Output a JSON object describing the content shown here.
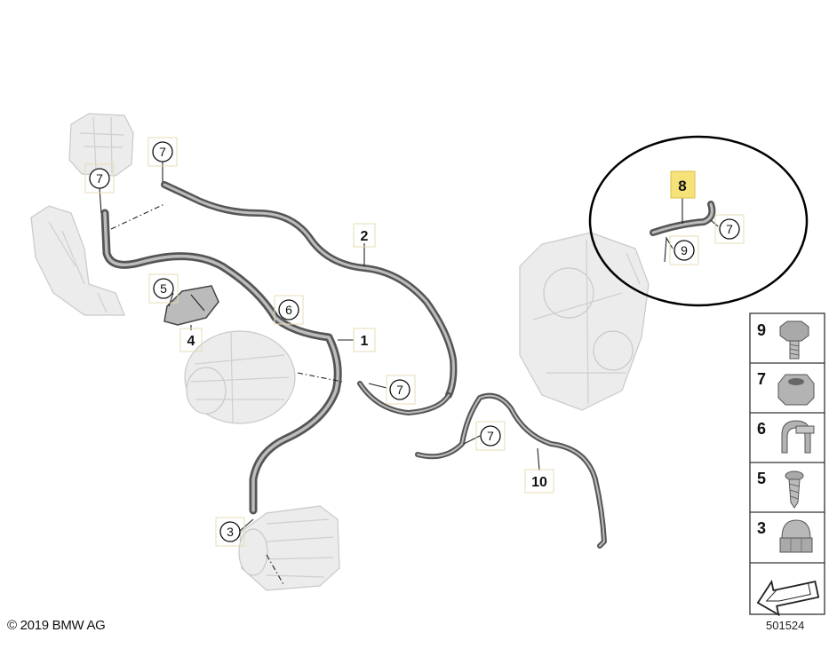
{
  "copyright": "© 2019 BMW AG",
  "diagram_number": "501524",
  "callouts": [
    {
      "id": "c7a",
      "label": "7"
    },
    {
      "id": "c7b",
      "label": "7"
    },
    {
      "id": "c5",
      "label": "5"
    },
    {
      "id": "c6",
      "label": "6"
    },
    {
      "id": "c7c",
      "label": "7"
    },
    {
      "id": "c7d",
      "label": "7"
    },
    {
      "id": "c3",
      "label": "3"
    },
    {
      "id": "c7e",
      "label": "7"
    },
    {
      "id": "c9",
      "label": "9"
    }
  ],
  "part_labels": [
    {
      "id": "p2",
      "label": "2"
    },
    {
      "id": "p1",
      "label": "1"
    },
    {
      "id": "p4",
      "label": "4"
    },
    {
      "id": "p10",
      "label": "10"
    },
    {
      "id": "p8",
      "label": "8",
      "highlight": "#f7e27a"
    }
  ],
  "legend": [
    {
      "label": "9",
      "icon": "hex-bolt-icon"
    },
    {
      "label": "7",
      "icon": "hex-nut-icon"
    },
    {
      "label": "6",
      "icon": "cable-clip-icon"
    },
    {
      "label": "5",
      "icon": "tapping-screw-icon"
    },
    {
      "label": "3",
      "icon": "cap-nut-icon"
    }
  ],
  "legend_arrow_icon": "assembly-arrow-icon",
  "highlight_circle_color": "#000000"
}
